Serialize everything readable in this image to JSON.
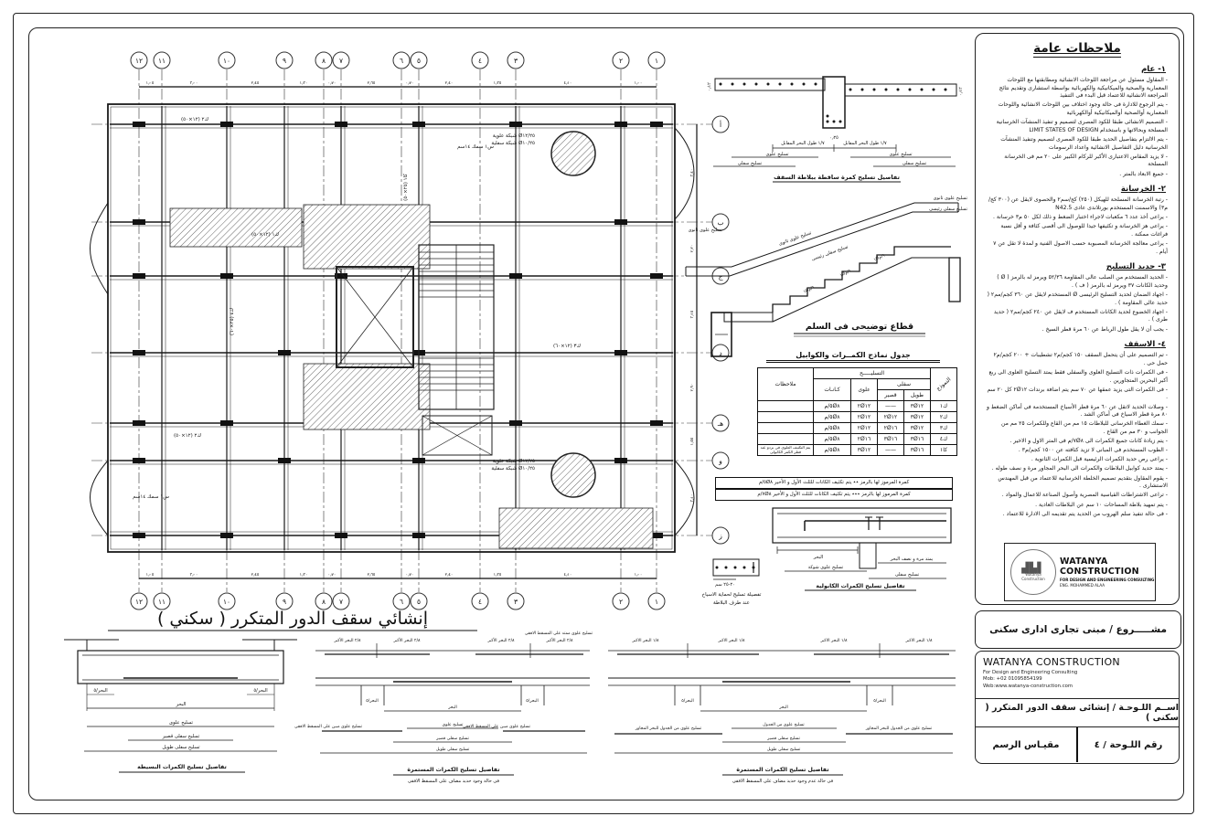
{
  "sheet": {
    "plan_title": "إنشائي سقف الدور المتكرر ( سكني )"
  },
  "grid": {
    "cols": [
      "١٢",
      "١١",
      "١٠",
      "٩",
      "٨",
      "٧",
      "٦",
      "٥",
      "٤",
      "٣",
      "٢",
      "١"
    ],
    "rows": [
      "أ",
      "ب",
      "ج",
      "د",
      "هـ",
      "و",
      "ز"
    ],
    "col_dims": [
      "١٫٠٥",
      "٣٫٠٠",
      "٢٫٤٥",
      "١٫٣٠",
      "٠٫٧٠",
      "٢٫٦٥",
      "٠٫٧٠",
      "٢٫٤٠",
      "١٫٣٥",
      "٤٫١٠",
      "١٫٠٠"
    ],
    "row_dims": [
      "٣٫٤٠",
      "٢٫٢٠",
      "٣٫١٥",
      "٢٫٩٠",
      "١٫٥٥",
      "٣٫١٠"
    ]
  },
  "plan_labels": {
    "mesh_top": "شبكة علوية Ø١٢/٢٥",
    "mesh_bottom": "شبكة سفلية Ø١٠/٢٥",
    "b1": "ك١ (١٢×٥٠)",
    "b2": "ك٢ (١٢×٥٠)",
    "b3": "ك٣ (١٢×٦٠)",
    "b4": "ك٤ (٢٥×٦٠)",
    "b5": "كا١ (٢٥×٥٠)",
    "slab": "س١ سمك ١٤سم"
  },
  "slab_beam_detail": {
    "dim_slab": "٠٫١٢",
    "dim_beam": "٠٫٢٥",
    "label_span": "١/٧ طول البحر المقابل",
    "label_top": "تسليح علوى",
    "label_bottom": "تسليح سفلى",
    "title": "تفاصيل تسليح كمرة ساقطة ببلاطة السقف"
  },
  "stair_detail": {
    "label_top_secondary": "تسليح علوى ثانوى",
    "label_bottom_main": "تسليح سفلى رئيسى",
    "step_bar": "١Ø٦/م",
    "title": "قطاع توضيحى فى السلم"
  },
  "beam_table": {
    "title": "جدول نماذج الكمــرات والكوابيل",
    "header": {
      "model": "النموذج",
      "reinf": "التسليـــــح",
      "notes": "ملاحظات",
      "bottom": "سفلى",
      "top": "علوى",
      "stirrups": "كـانـات",
      "long": "طويل",
      "short": "قصير"
    },
    "rows": [
      {
        "model": "ك١",
        "long": "٣Ø١٢",
        "short": "——",
        "top": "٢Ø١٢",
        "stirrups": "٥Ø٨/م",
        "notes": ""
      },
      {
        "model": "ك٢",
        "long": "٣Ø١٢",
        "short": "٢Ø١٢",
        "top": "٢Ø١٢",
        "stirrups": "٥Ø٨/م",
        "notes": ""
      },
      {
        "model": "ك٣",
        "long": "٣Ø١٢",
        "short": "٢Ø١٦",
        "top": "٢Ø١٢",
        "stirrups": "٥Ø٨/م",
        "notes": ""
      },
      {
        "model": "ك٤",
        "long": "٣Ø١٦",
        "short": "٣Ø١٦",
        "top": "٢Ø١٦",
        "stirrups": "٥Ø٨/م",
        "notes": ""
      },
      {
        "model": "كا١",
        "long": "٣Ø١٦",
        "short": "——",
        "top": "٣Ø١٢",
        "stirrups": "٥Ø٨/م",
        "notes": "يتم التكثيف العلوى فى بردو عند قطر الكمر الكابولى"
      }
    ],
    "footnotes": [
      "كمرة المرموز لها بالرمز ٭٭ يتم تكثيف الكانات للثلث الأول و الأخير ٥Ø٨/م",
      "كمرة المرموز لها بالرمز ٭٭٭ يتم تكثيف الكانات للثلث الأول و الأخير ٧Ø٨/م"
    ]
  },
  "cantilever_detail": {
    "dim_span": "البحر",
    "label_fork": "تسليح علوى شوكة",
    "label_extend": "يمتد مرة و نصف البحر",
    "label_bottom": "تسليح سفلى",
    "title": "تفاصيل تسليح الكمرات الكابولية"
  },
  "edge_detail": {
    "dim": "٢٠-٢٥ سم",
    "caption1": "تفصيلة تسليح لحماية الاسياخ",
    "caption2": "عند طرف البلاطة"
  },
  "detail_simple": {
    "span5": "البحر/٥",
    "span": "البحر",
    "top": "تسليح علوى",
    "bottom_short": "تسليح سفلى قصير",
    "bottom_long": "تسليح سفلى طويل",
    "title": "تفاصيل تسليح الكمرات البسيطة"
  },
  "detail_cont_plan": {
    "eighth": "٢/٨ البحر الأكبر",
    "top_support": "تسليح علوى مبين على المسقط الافقى",
    "top_note": "تسليح علوى ممتد على المسقط الافقى",
    "span5": "البحر/٥",
    "span": "البحر",
    "top": "تسليح علوى",
    "bottom_short": "تسليح سفلى قصير",
    "bottom_long": "تسليح سفلى طويل",
    "title": "تفاصيل تسليح الكمرات المستمرة",
    "subtitle": "فى حالة وجود حديد مضاف على المسقط الافقى"
  },
  "detail_cont_table": {
    "eighth": "١/٨ البحر الاكبر",
    "top_adjacent": "تسليح علوى من الجدول للبحر المجاور",
    "top_table": "تسليح علوى من الجدول",
    "span5": "البحر/٥",
    "span": "البحر",
    "bottom_short": "تسليح سفلى قصير",
    "bottom_long": "تسليح سفلى طويل",
    "title": "تفاصيل تسليح الكمرات المستمرة",
    "subtitle": "فى حالة عدم وجود حديد مضاف على المسقط الافقى"
  },
  "notes": {
    "title": "ملاحظات عامة",
    "sections": [
      {
        "heading": "١- عام",
        "items": [
          "المقاول مسئول عن مراجعة اللوحات الانشائية ومطابقتها مع اللوحات المعمارية والصحية والميكانيكية والكهربائية بواسطة استشارى وتقديم نتائج المراجعة الانشائية للاعتماد قبل البدء فى التنفيذ",
          "يتم الرجوع للادارة فى حالة وجود اختلاف بين اللوحات الانشائية واللوحات المعمارية أوالصحية أوالميكانيكية أوالكهربائية",
          "التصميم الانشائى طبقا للكود المصرى لتصميم و تنفيذ المنشآت الخرسانية المسلحة وبحالاتها و باستخدام LIMIT STATES OF DESIGN",
          "يتم الالتزام بتفاصيل الحديد طبقا للكود المصرى لتصميم وتنفيذ المنشآت الخرسانية دليل التفاصيل الانشائية واعداد الرسومات",
          "لا يزيد المقاس الاعتبارى الأكبر للركام الكبير على ٢٠ مم فى الخرسانة المسلحة",
          "جميع الابعاد بالمتر ."
        ]
      },
      {
        "heading": "٢- الخرسانة",
        "items": [
          "رتبة الخرسانة المسلحة للهيكل (٢٥٠) كج/سم٢ والحصوى لايقل عن (٣٠٠ كج/م٣) والاسمنت المستخدم بورتلاندى عادى N42.5",
          "يراعى أخذ عدد ٦ مكعبات لاجراء اختبار الضغط و ذلك لكل ٥٠ م٣ خرسانة .",
          "يراعى هز الخرسانة و تكثيفها جيدا للوصول الى أقصى كثافة و أقل نسبة فراغات ممكنة .",
          "يراعى معالجة الخرسانة المصبوبة حسب الاصول الفنية و لمدة لا تقل عن ٧ أيام ."
        ]
      },
      {
        "heading": "٣- حديد التسليح",
        "items": [
          "الحديد المستخدم من الصلب عالى المقاومة ٥٢/٣٦ ويرمز له بالرمز ( Ø ) وحديد الكانات ٣٧ ويرمز له بالرمز ( ف ) .",
          "اجهاد الضمان لحديد التسليح الرئيسى Ø المستخدم لايقل عن ٣٦٠ كجم/مم٢ ( حديد عالى المقاومة ) .",
          "اجهاد الخضوع لحديد الكانات المستخدم ف لايقل عن ٢٤٠ كجم/مم٢ ( حديد طرى ) .",
          "يجب أن لا يقل طول الرباط عن ٦٠ مرة قطر السيخ ."
        ]
      },
      {
        "heading": "٤- الاسقف",
        "items": [
          "تم التصميم على أن يتحمل السقف ١٥٠ كجم/م٢ تشطيبات + ٢٠٠ كجم/م٢ حمل حى .",
          "فى الكمرات ذات التسليح العلوى والسفلى فقط يمتد التسليح العلوى الى ربع أكبر البحرين المتجاورين .",
          "فى الكمرات التى يزيد عمقها عن ٧٠ سم يتم اضافة برندات ٢Ø١٢ كل ٢٠ سم .",
          "وصلات الحديد لاتقل عن ٦٠ مرة قطر الأسياخ المستخدمة فى أماكن الضغط و ٨٠ مرة قطر الاسياخ فى أماكن الشد .",
          "سمك الغطاء الخرسانى للبلاطات ١٥ مم من القاع وللكمرات ٢٥ مم من الجوانب و ٣٠ مم من القاع .",
          "يتم زيادة كانات جميع الكمرات الى ٧Ø٨/م فى المتر الاول و الاخير .",
          "الطوب المستخدم فى المبانى لا تزيد كثافته عن ١٥٠٠ كجم/م٣ .",
          "يراعى رص حديد الكمرات الرئيسية قبل الكمرات الثانوية .",
          "يمتد حديد كوابيل البلاطات والكمرات الى البحر المجاور مرة و نصف طوله .",
          "يقوم المقاول بتقديم تصميم الخلطة الخرسانية للاعتماد من قبل المهندس الاستشارى .",
          "تراعى الاشتراطات القياسية المصرية وأصول الصناعة للاعمال والمواد .",
          "يتم تمهيد بلاطة المساحات ١٠ سم عن البلاطات العادية .",
          "فى حالة تنفيذ سلم الهروب من الحديد يتم تقديمه الى الادارة للاعتماد ."
        ]
      }
    ]
  },
  "title_block": {
    "logo_name": "WATANYA CONSTRUCTION",
    "logo_sub": "FOR DESIGN AND ENGINEERING CONSULTING",
    "logo_eng": "ENG. MOHAMMED ALAA",
    "logo_circle_1": "Watanya",
    "logo_circle_2": "Construction",
    "logo_glyph": "▟▙▌",
    "project": "مشـــــروع / مبنى تجارى ادارى سكنى",
    "company": "WATANYA CONSTRUCTION",
    "company_sub": "For Design and Engineering Consulting",
    "mob": "Mob: +02 01095854199",
    "web": "Web:www.watanya-construction.com",
    "sheet_name": "اســم اللـوحـة  /  إنشائى سقف الدور المتكرر ( سكنى )",
    "sheet_no": "رقم اللـوحة / ٤",
    "scale": "مقيـاس الرسم"
  }
}
